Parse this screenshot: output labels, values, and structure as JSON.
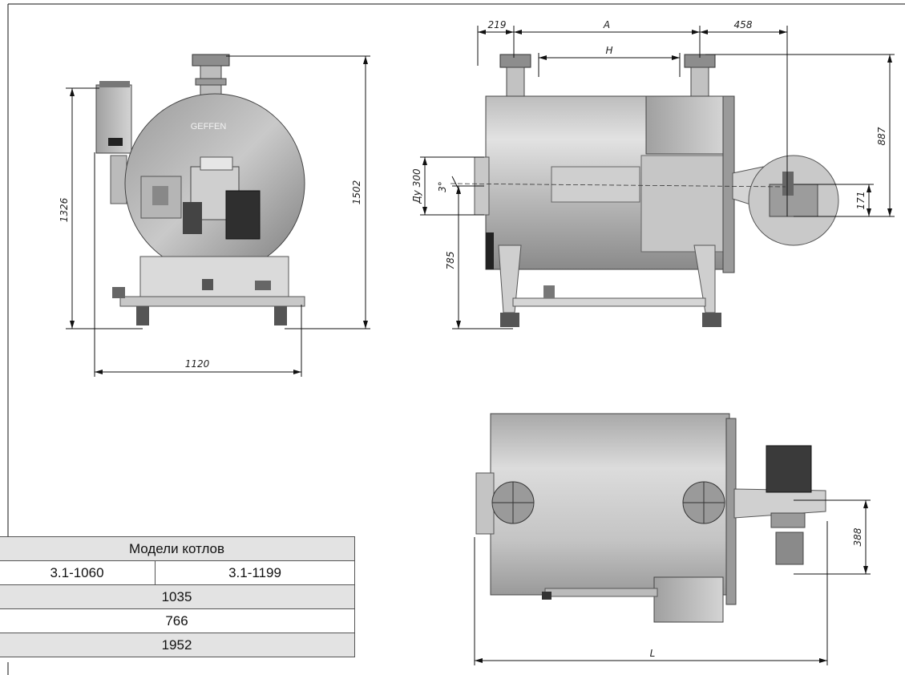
{
  "front_view": {
    "logo": "GEFFEN",
    "dim_height_1326": "1326",
    "dim_height_1502": "1502",
    "dim_width_1120": "1120"
  },
  "side_view": {
    "dim_219": "219",
    "dim_A": "A",
    "dim_458": "458",
    "dim_H": "H",
    "dim_887": "887",
    "dim_171": "171",
    "dim_du300": "Ду 300",
    "dim_angle": "3°",
    "dim_785": "785"
  },
  "top_view": {
    "dim_388": "388",
    "dim_L": "L"
  },
  "table": {
    "header": "Модели котлов",
    "models": [
      "3.1-1060",
      "3.1-1199"
    ],
    "rows": [
      "1035",
      "766",
      "1952"
    ]
  },
  "colors": {
    "metal_light": "#d9d9d9",
    "metal_dark": "#8c8c8c",
    "line": "#111111"
  }
}
